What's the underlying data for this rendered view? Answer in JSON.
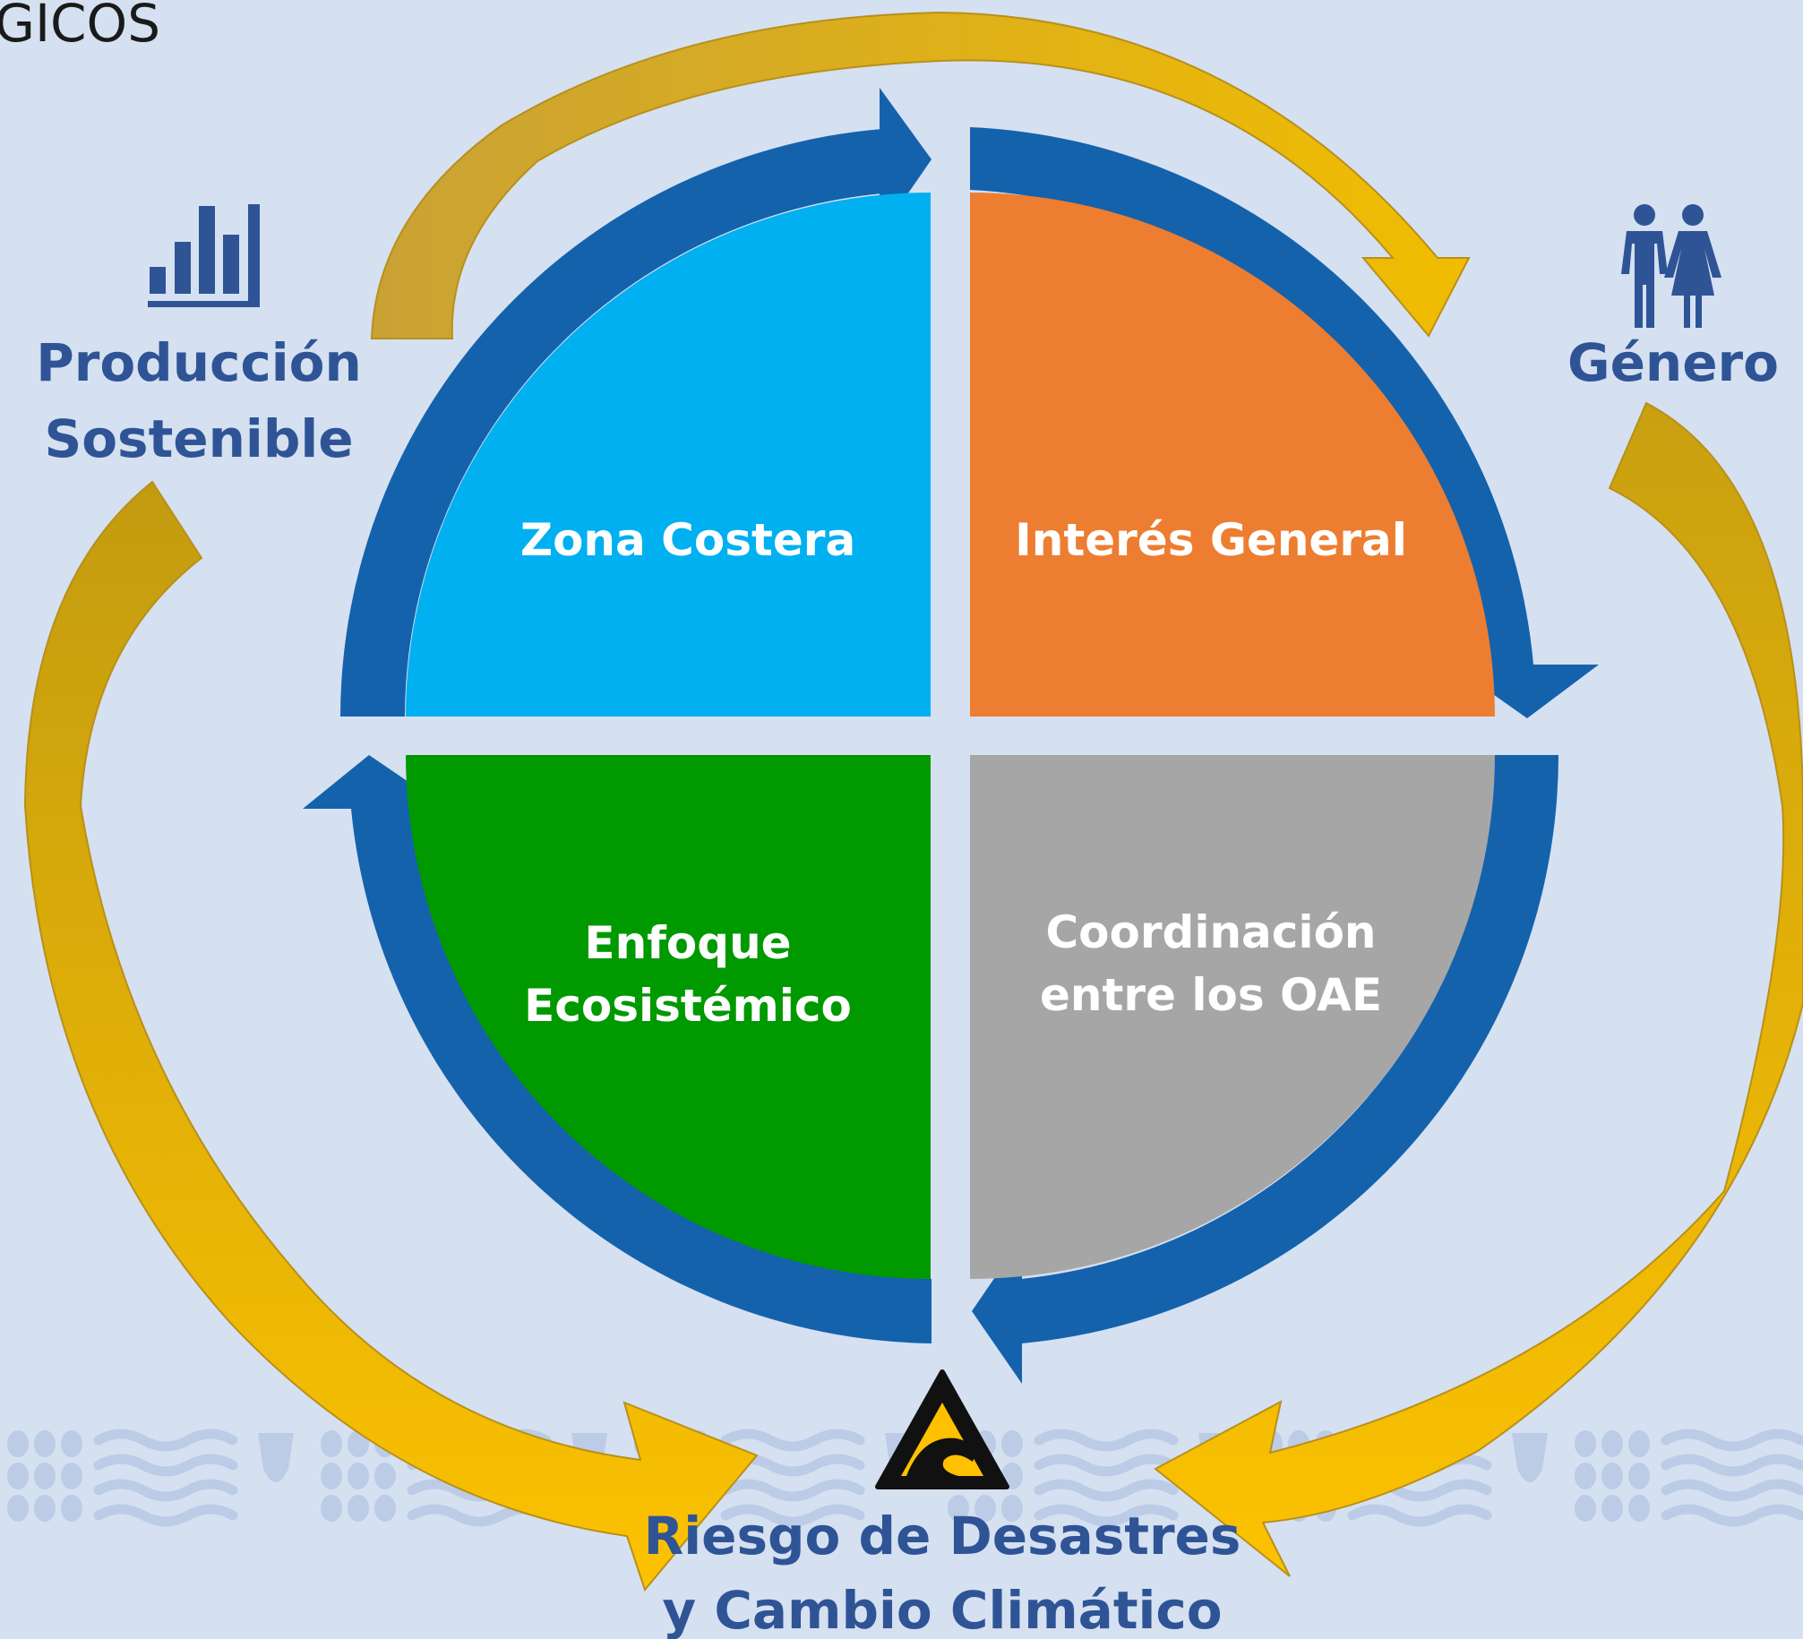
{
  "corner_title": "GICOS",
  "center": {
    "quadrants": [
      {
        "id": "zona-costera",
        "lines": [
          "Zona Costera"
        ],
        "color": "#00b0f0"
      },
      {
        "id": "interes-general",
        "lines": [
          "Interés General"
        ],
        "color": "#ed7d31"
      },
      {
        "id": "enfoque-ecosistemico",
        "lines": [
          "Enfoque",
          "Ecosistémico"
        ],
        "color": "#009900"
      },
      {
        "id": "coordinacion-oae",
        "lines": [
          "Coordinación",
          "entre los OAE"
        ],
        "color": "#a6a6a6"
      }
    ],
    "ring_color": "#1462ac"
  },
  "themes": {
    "produccion": {
      "lines": [
        "Producción",
        "Sostenible"
      ],
      "icon": "bar-chart-icon"
    },
    "genero": {
      "lines": [
        "Género"
      ],
      "icon": "people-icon"
    },
    "riesgo": {
      "lines": [
        "Riesgo de Desastres",
        "y Cambio Climático"
      ],
      "icon": "tsunami-warning-icon"
    }
  },
  "colors": {
    "background": "#d5e0f1",
    "text_blue": "#2f5496",
    "arrow_gold": "#c9a21b",
    "arrow_yellow": "#f5c200",
    "pattern": "#b4c6e3"
  }
}
